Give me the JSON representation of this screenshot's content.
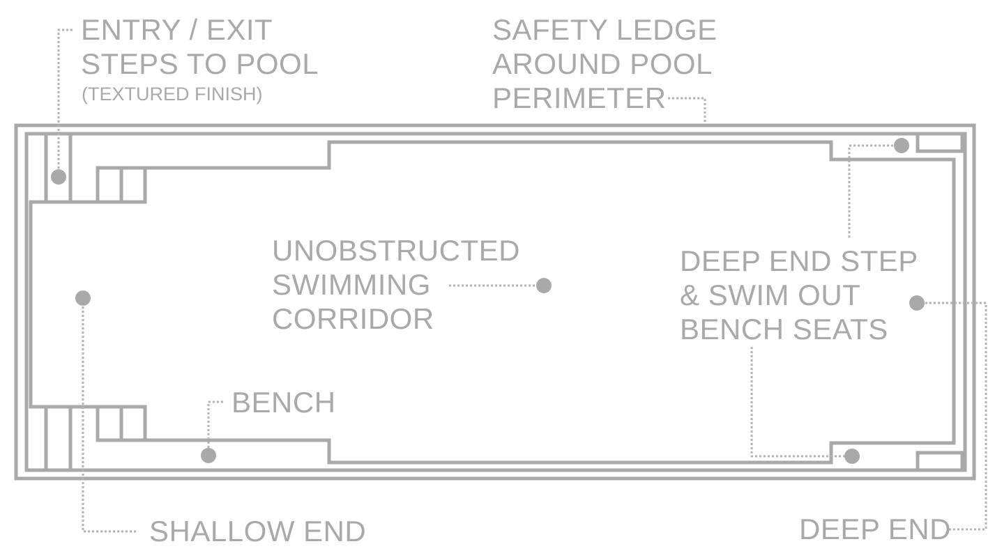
{
  "colors": {
    "line": "#a9a9a9",
    "leader": "#b4b4b4",
    "dot": "#a9a9a9",
    "text": "#a9a9a9",
    "background": "#ffffff"
  },
  "labels": {
    "entry_exit": {
      "line1": "ENTRY / EXIT",
      "line2": "STEPS TO POOL",
      "note": "(TEXTURED FINISH)"
    },
    "safety_ledge": {
      "line1": "SAFETY LEDGE",
      "line2": "AROUND POOL",
      "line3": "PERIMETER"
    },
    "corridor": {
      "line1": "UNOBSTRUCTED",
      "line2": "SWIMMING",
      "line3": "CORRIDOR"
    },
    "deep_end_step": {
      "line1": "DEEP END STEP",
      "line2": "& SWIM OUT",
      "line3": "BENCH SEATS"
    },
    "bench": "BENCH",
    "shallow_end": "SHALLOW END",
    "deep_end": "DEEP END"
  }
}
